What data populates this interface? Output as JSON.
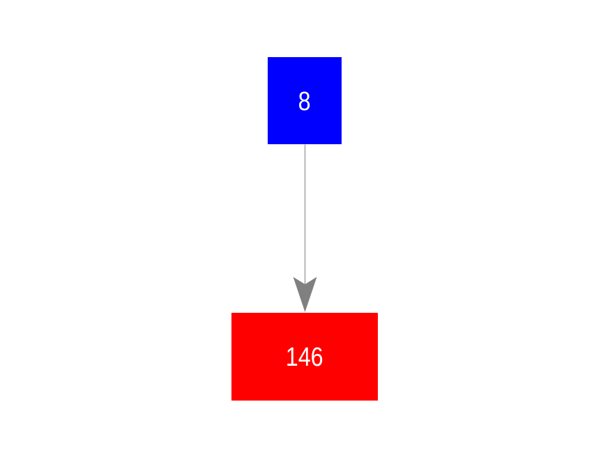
{
  "diagram": {
    "background_color": "#ffffff",
    "nodes": [
      {
        "label": "8",
        "fill_color": "#0000ff",
        "text_color": "#ffffff"
      },
      {
        "label": "146",
        "fill_color": "#ff0000",
        "text_color": "#ffffff"
      }
    ],
    "edge": {
      "from": "8",
      "to": "146",
      "direction": "down",
      "color": "#808080"
    }
  }
}
